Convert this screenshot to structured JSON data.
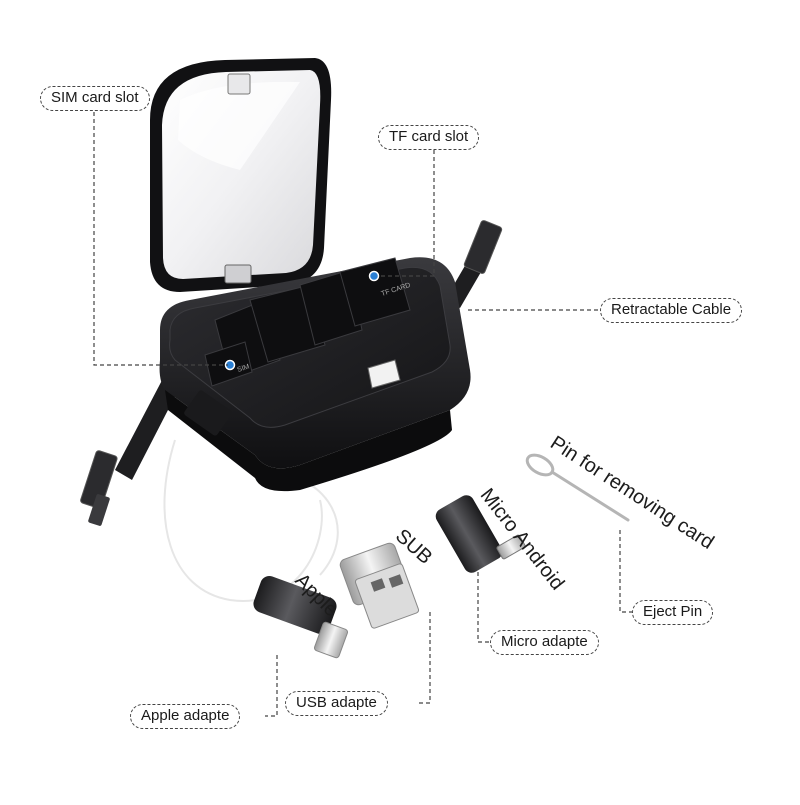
{
  "callouts": {
    "sim_card_slot": "SIM card slot",
    "tf_card_slot": "TF card slot",
    "retractable_cable": "Retractable Cable",
    "eject_pin": "Eject Pin",
    "micro_adapte": "Micro adapte",
    "usb_adapte": "USB adapte",
    "apple_adapte": "Apple adapte"
  },
  "product_labels": {
    "pin_text": "Pin for removing card",
    "micro_android": "Micro Android",
    "sub": "SUB",
    "apple": "Apple"
  },
  "slot_markings": {
    "sim": "SIM",
    "tf": "TF CARD"
  },
  "colors": {
    "body_dark": "#1f1f22",
    "lid_frame": "#151517",
    "accent_dot": "#2a7fd4",
    "callout_border": "#444444"
  }
}
